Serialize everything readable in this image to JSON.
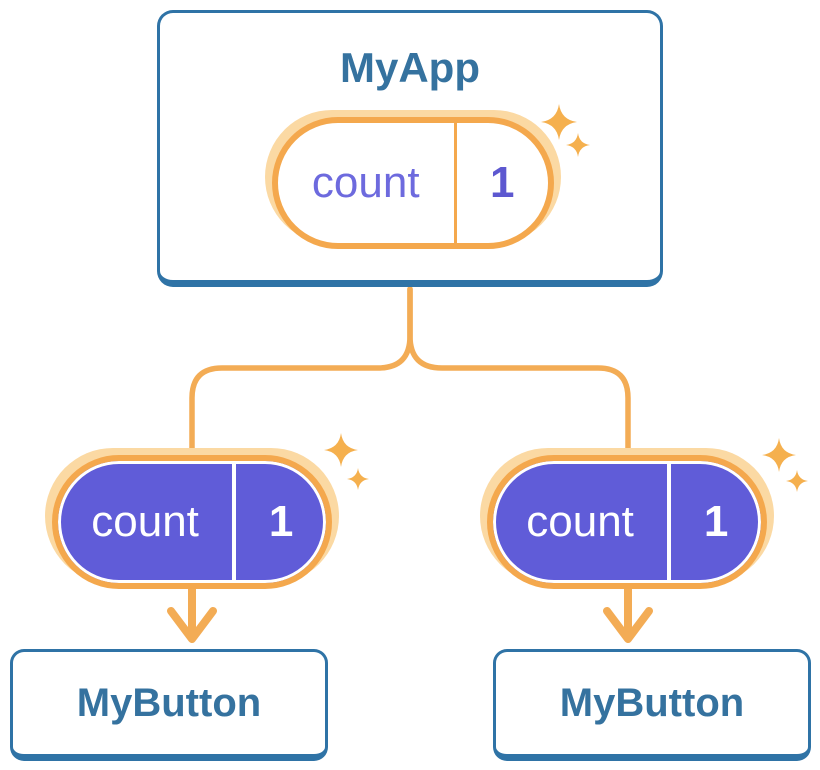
{
  "diagram": {
    "description": "component state sharing tree",
    "root": {
      "title": "MyApp",
      "pill": {
        "name": "count",
        "value": "1"
      }
    },
    "branches": {
      "left": {
        "pill": {
          "name": "count",
          "value": "1"
        },
        "card": {
          "title": "MyButton"
        }
      },
      "right": {
        "pill": {
          "name": "count",
          "value": "1"
        },
        "card": {
          "title": "MyButton"
        }
      }
    }
  },
  "icons": {
    "sparkle": "sparkle-icon",
    "arrow": "arrow-down-icon"
  },
  "colors": {
    "background": "#FFFFFF",
    "card_border_blue": "#2F73A6",
    "card_text_blue": "#35729F",
    "accent_orange": "#F4A84D",
    "connector_orange": "#F3AC55",
    "halo_orange": "#FBD9A3",
    "state_purple_fill": "#605CD8",
    "state_key_purple": "#6D6ADE",
    "state_value_purple": "#5D58D0",
    "state_text_on_purple": "#FFFFFF"
  }
}
